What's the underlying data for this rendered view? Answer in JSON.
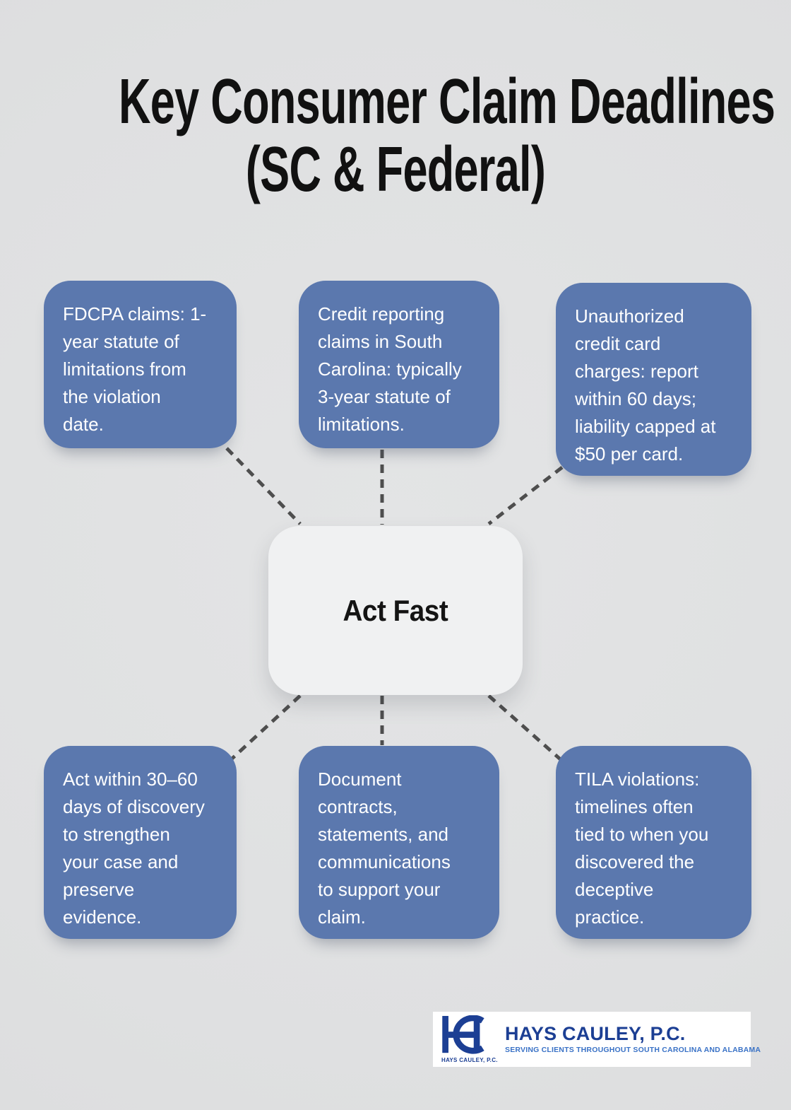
{
  "page": {
    "title_line1": "Key Consumer Claim Deadlines",
    "title_line2": "(SC & Federal)"
  },
  "center": {
    "label": "Act Fast"
  },
  "boxes": [
    {
      "id": "fdcpa-deadline",
      "text": "FDCPA claims: 1-year statute of limitations from the violation date.",
      "lines": [
        "FDCPA claims: 1-",
        "year statute of",
        "limitations from",
        "the violation",
        "date."
      ]
    },
    {
      "id": "credit-reporting-deadline",
      "text": "Credit reporting claims in South Carolina: typically 3-year statute of limitations.",
      "lines": [
        "Credit reporting",
        "claims in South",
        "Carolina: typically",
        "3-year statute of",
        "limitations."
      ]
    },
    {
      "id": "unauthorized-charges-deadline",
      "text": "Unauthorized credit card charges: report within 60 days; liability capped at $50 per card.",
      "lines": [
        "Unauthorized",
        "credit card",
        "charges: report",
        "within 60 days;",
        "liability capped at",
        "$50 per card."
      ]
    },
    {
      "id": "act-within-30-60-days",
      "text": "Act within 30–60 days of discovery to strengthen your case and preserve evidence.",
      "lines": [
        "Act within 30–60",
        "days of discovery",
        "to strengthen",
        "your case and",
        "preserve",
        "evidence."
      ]
    },
    {
      "id": "document-evidence",
      "text": "Document contracts, statements, and communications to support your claim.",
      "lines": [
        "Document",
        "contracts,",
        "statements, and",
        "communications",
        "to support your",
        "claim."
      ]
    },
    {
      "id": "tila-violations",
      "text": "TILA violations: timelines often tied to when you discovered the deceptive practice.",
      "lines": [
        "TILA violations:",
        "timelines often",
        "tied to when you",
        "discovered the",
        "deceptive",
        "practice."
      ]
    }
  ],
  "logo": {
    "name": "HAYS CAULEY, P.C.",
    "tagline": "SERVING CLIENTS THROUGHOUT SOUTH CAROLINA AND ALABAMA",
    "monogram_caption": "HAYS CAULEY, P.C."
  },
  "colors": {
    "box_blue": "#5b78ae",
    "text_white": "#ffffff",
    "center_bg": "#f0f1f2",
    "connector": "#4e4e4e",
    "title": "#111111",
    "logo_navy": "#1c3f94",
    "logo_blue": "#3a72c6",
    "background": "#dfe0e1"
  }
}
